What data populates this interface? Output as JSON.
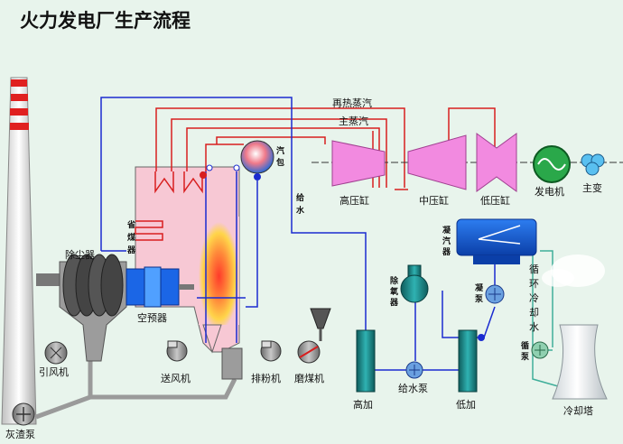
{
  "title": "火力发电厂生产流程",
  "labels": {
    "reheat_steam": "再热蒸汽",
    "main_steam": "主蒸汽",
    "steam_drum": "汽包",
    "feed_water": "给水",
    "hp_cylinder": "高压缸",
    "ip_cylinder": "中压缸",
    "lp_cylinder": "低压缸",
    "generator": "发电机",
    "main_transformer": "主变",
    "economizer": "省煤器",
    "dust_collector": "除尘器",
    "air_preheater": "空预器",
    "condenser": "凝汽器",
    "deaerator": "除氧器",
    "condensate_pump": "凝泵",
    "circulating_water": "循环冷却水",
    "circulating_pump": "循泵",
    "induced_fan": "引风机",
    "forced_fan": "送风机",
    "powder_fan": "排粉机",
    "coal_mill": "磨煤机",
    "hp_heater": "高加",
    "feed_pump": "给水泵",
    "lp_heater": "低加",
    "cooling_tower": "冷却塔",
    "slag_pump": "灰渣泵"
  },
  "colors": {
    "background": "#e8f4ec",
    "steam_line": "#d81e1e",
    "water_line": "#1a2bd0",
    "flue_line": "#555555",
    "turbine": "#f28ae0",
    "boiler": "#f7c8d4",
    "equipment_teal": "#1d8a8a",
    "equipment_blue": "#1b66e6"
  }
}
